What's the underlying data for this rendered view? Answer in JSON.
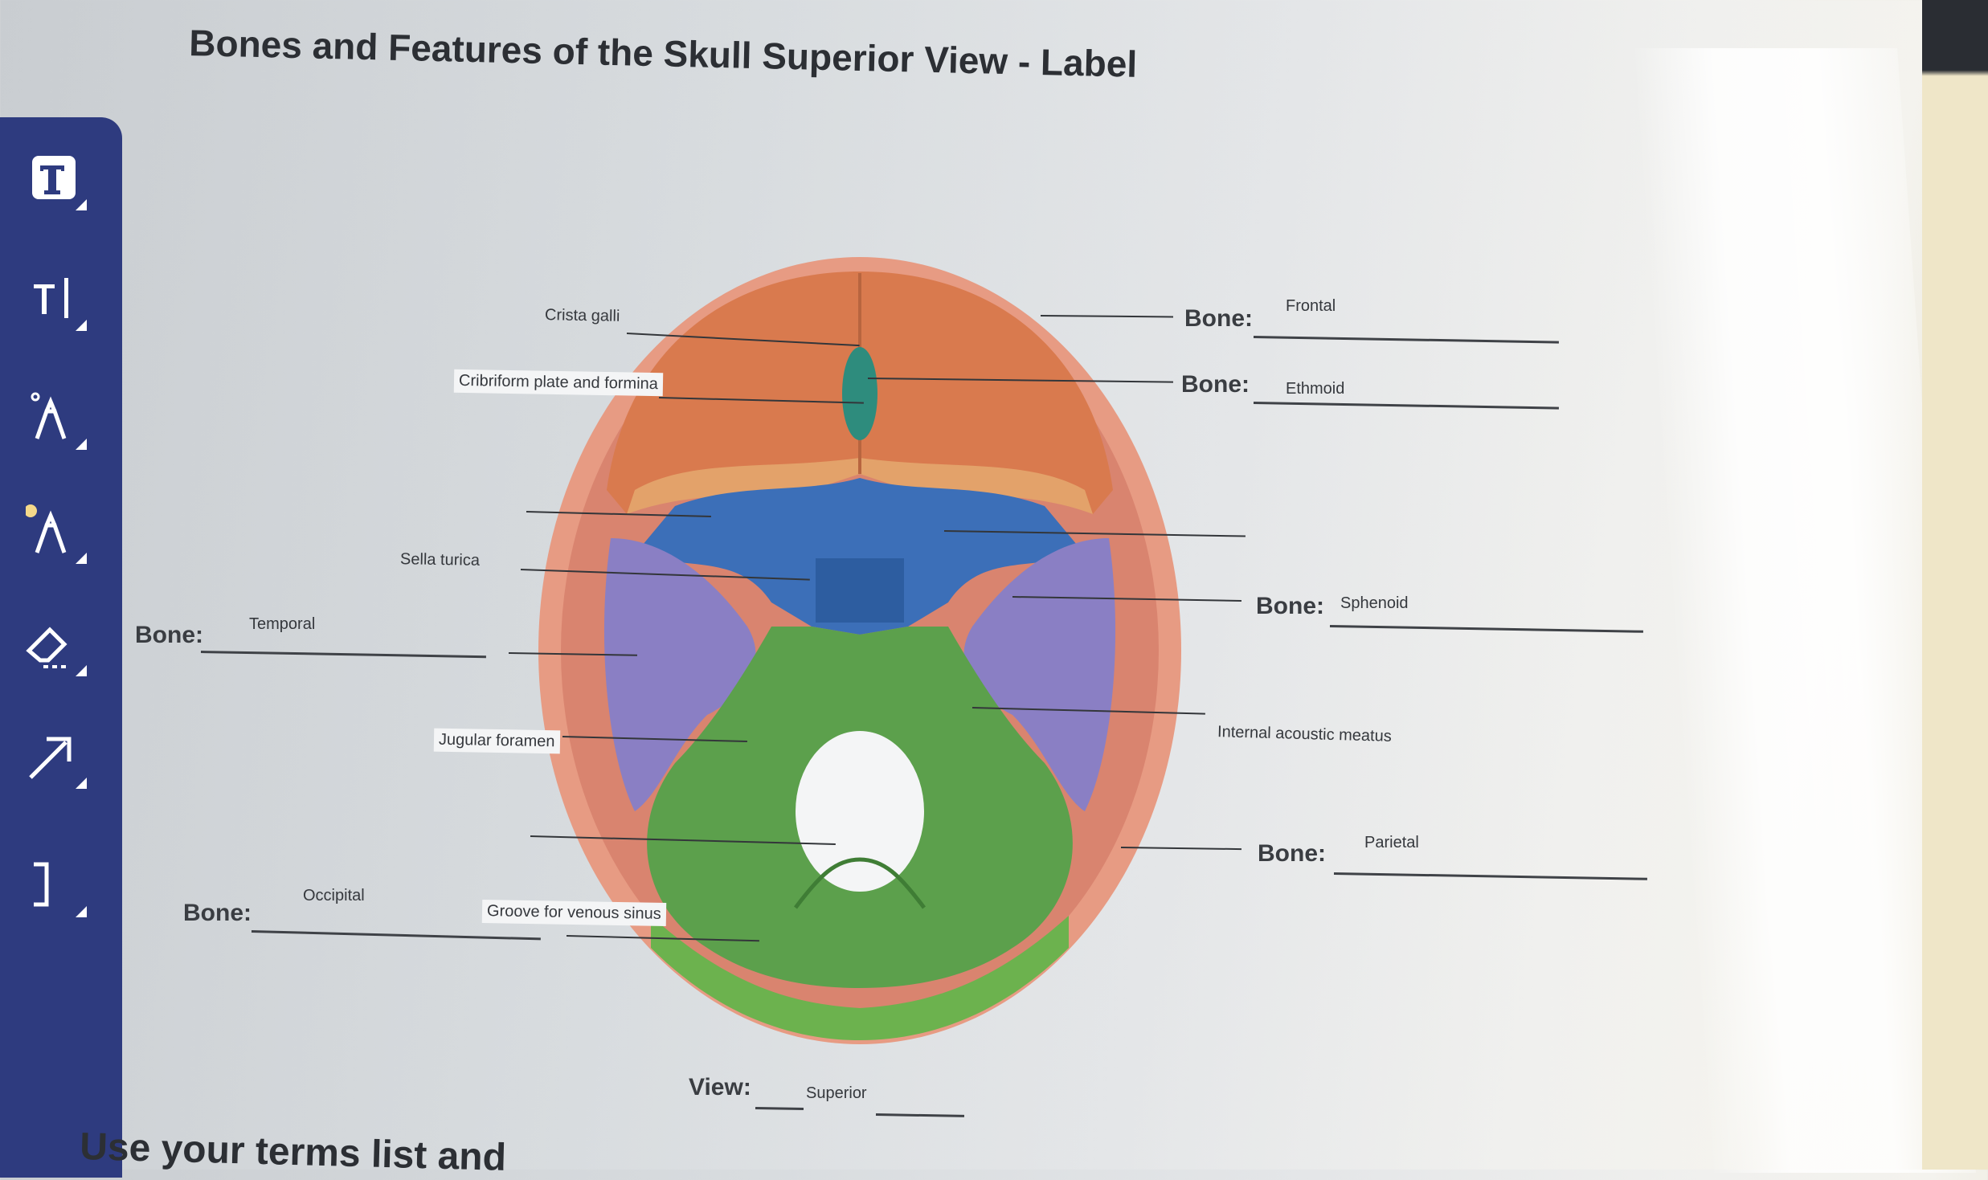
{
  "title": "Bones and Features of the Skull Superior View - Label",
  "toolbar": {
    "tools": [
      {
        "icon": "text-tool-icon"
      },
      {
        "icon": "text-cursor-icon"
      },
      {
        "icon": "pen-icon"
      },
      {
        "icon": "highlighter-icon"
      },
      {
        "icon": "eraser-icon"
      },
      {
        "icon": "arrow-icon"
      },
      {
        "icon": "bracket-icon"
      }
    ]
  },
  "features": {
    "crista_galli": "Crista galli",
    "cribriform": "Cribriform plate and formina",
    "sella": "Sella turica",
    "jugular": "Jugular foramen",
    "groove": "Groove for venous sinus",
    "acoustic": "Internal acoustic meatus"
  },
  "bone_label": "Bone:",
  "answers": {
    "frontal": "Frontal",
    "ethmoid": "Ethmoid",
    "sphenoid": "Sphenoid",
    "parietal": "Parietal",
    "temporal": "Temporal",
    "occipital": "Occipital"
  },
  "view": {
    "label": "View:",
    "value": "Superior"
  },
  "footer": "Use your terms list and"
}
